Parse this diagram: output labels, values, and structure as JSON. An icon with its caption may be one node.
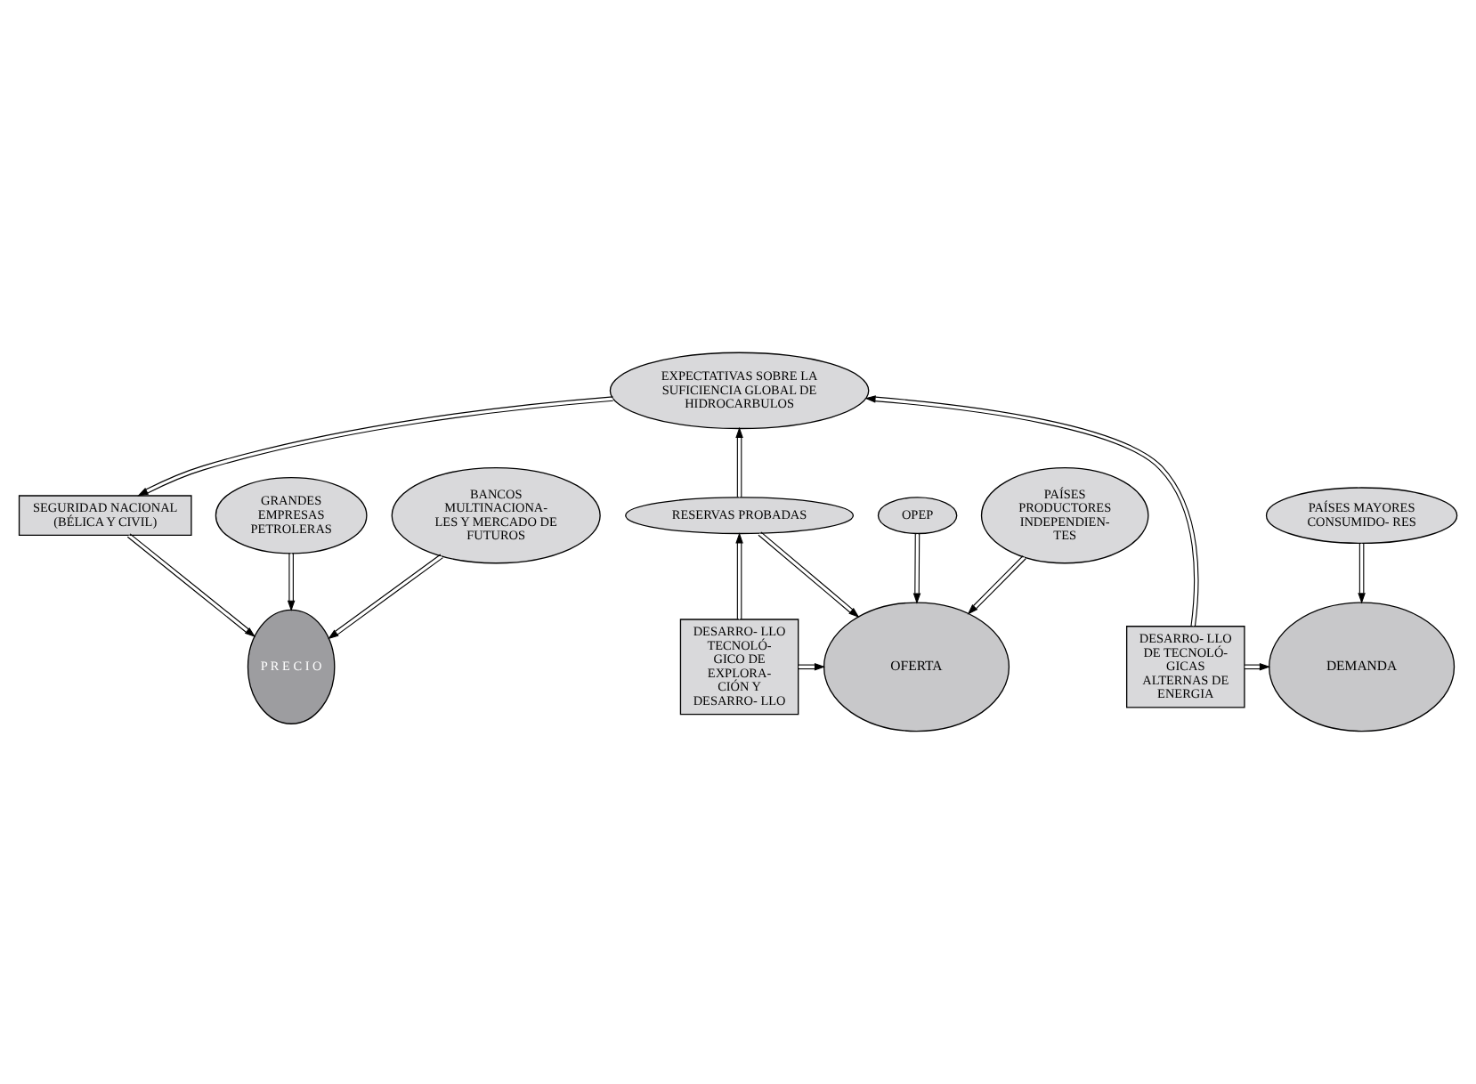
{
  "diagram": {
    "nodes": [
      {
        "text": [
          "EXPECTATIVAS SOBRE LA SUFICIENCIA GLOBAL DE HIDROCARBULOS"
        ]
      },
      {
        "text": [
          "RESERVAS PROBADAS"
        ]
      },
      {
        "text": [
          "SEGURIDAD NACIONAL (BÉLICA Y CIVIL)"
        ]
      },
      {
        "text": [
          "DESARRO- LLO TECNOLÓ- GICO DE EXPLORA- CIÓN Y DESARRO- LLO"
        ]
      },
      {
        "text": [
          "OFERTA"
        ]
      },
      {
        "text": [
          "P R E C I O"
        ]
      },
      {
        "text": [
          "DEMANDA"
        ]
      },
      {
        "text": [
          "DESARRO- LLO DE TECNOLÓ- GICAS ALTERNAS DE ENERGIA"
        ]
      },
      {
        "text": [
          "OPEP"
        ]
      },
      {
        "text": [
          "PAÍSES PRODUCTORES INDEPENDIEN- TES"
        ]
      },
      {
        "text": [
          "GRANDES EMPRESAS PETROLERAS"
        ]
      },
      {
        "text": [
          "BANCOS MULTINACIONA- LES Y MERCADO DE FUTUROS"
        ]
      },
      {
        "text": [
          "PAÍSES MAYORES CONSUMIDO- RES"
        ]
      }
    ],
    "edges": [
      {
        "from": 1,
        "to": 0,
        "arrow": "to"
      },
      {
        "from": 1,
        "to": 4,
        "arrow": "to"
      },
      {
        "from": 3,
        "to": 1,
        "arrow": "to"
      },
      {
        "from": 0,
        "to": 2,
        "arrow": "to"
      },
      {
        "from": 7,
        "to": 0,
        "arrow": "to"
      },
      {
        "from": 2,
        "to": 5,
        "arrow": "to"
      },
      {
        "from": 3,
        "to": 4,
        "arrow": "to"
      },
      {
        "from": 7,
        "to": 6,
        "arrow": "to"
      },
      {
        "from": 8,
        "to": 4,
        "arrow": "to"
      },
      {
        "from": 9,
        "to": 4,
        "arrow": "to"
      },
      {
        "from": 10,
        "to": 5,
        "arrow": "to"
      },
      {
        "from": 11,
        "to": 5,
        "arrow": "to"
      },
      {
        "from": 12,
        "to": 6,
        "arrow": "to"
      }
    ]
  }
}
